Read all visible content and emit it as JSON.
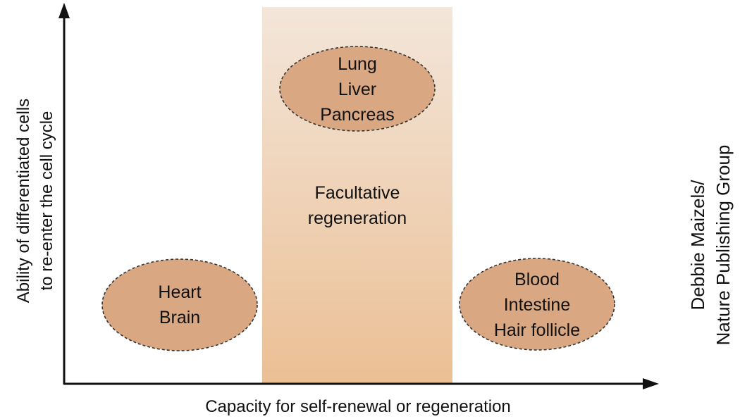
{
  "diagram": {
    "x_axis_label": "Capacity for self-renewal or regeneration",
    "y_axis_label_lines": [
      "Ability of differentiated cells",
      "to re-enter the cell cycle"
    ],
    "band_label_lines": [
      "Facultative",
      "regeneration"
    ],
    "groups": [
      {
        "id": "low",
        "lines": [
          "Heart",
          "Brain"
        ]
      },
      {
        "id": "facultative",
        "lines": [
          "Lung",
          "Liver",
          "Pancreas"
        ]
      },
      {
        "id": "high",
        "lines": [
          "Blood",
          "Intestine",
          "Hair follicle"
        ]
      }
    ],
    "credit_lines": [
      "Debbie Maizels/",
      "Nature Publishing Group"
    ]
  },
  "colors": {
    "band_top": "#f3e6da",
    "band_bottom": "#ebbf94",
    "ellipse_fill": "#d9a882",
    "ellipse_stroke": "#333333",
    "axis": "#111111"
  }
}
